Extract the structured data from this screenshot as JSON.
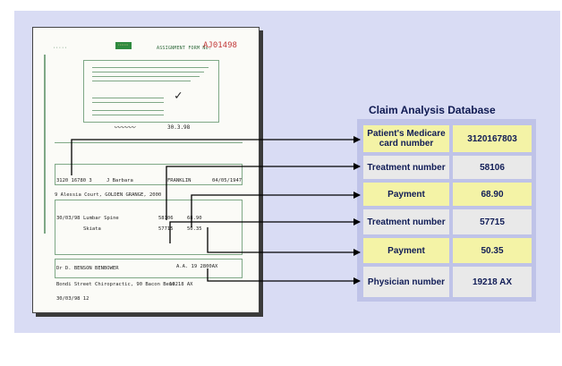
{
  "database": {
    "title": "Claim Analysis Database",
    "rows": [
      {
        "label": "Patient's Medicare card number",
        "value": "3120167803",
        "highlight": "#f4f3a6"
      },
      {
        "label": "Treatment number",
        "value": "58106",
        "highlight": "#e9e9e9"
      },
      {
        "label": "Payment",
        "value": "68.90",
        "highlight": "#f4f3a6"
      },
      {
        "label": "Treatment number",
        "value": "57715",
        "highlight": "#e9e9e9"
      },
      {
        "label": "Payment",
        "value": "50.35",
        "highlight": "#f4f3a6"
      },
      {
        "label": "Physician number",
        "value": "19218 AX",
        "highlight": "#e9e9e9"
      }
    ]
  },
  "form": {
    "serial": "AJ01498",
    "assignment_label": "ASSIGNMENT FORM No.",
    "medicare_no": "3120 16780 3",
    "first_name": "J Barbara",
    "last_name": "FRANKLIN",
    "dob": "04/05/1947",
    "address": "9 Alessia Court, GOLDEN GRANGE, 2000",
    "service_date": "30/03/98",
    "service_desc_1": "Lumbar Spine",
    "service_desc_2": "Skiata",
    "item_1": "58106",
    "fee_1": "68.90",
    "item_2": "57715",
    "fee_2": "50.35",
    "doctor": "Dr D. BENSON BENBOWER",
    "provider_no": "A.A. 19 2800AX",
    "practice": "Bondi Street Chiropractic, 90 Bacon Bend",
    "footer_code": "19218 AX",
    "signature_date": "30.3.98",
    "form_date": "30/03/98  12"
  },
  "colors": {
    "arrow": "#000000",
    "form_green": "#2f6a3c",
    "title": "#0f1a52"
  }
}
